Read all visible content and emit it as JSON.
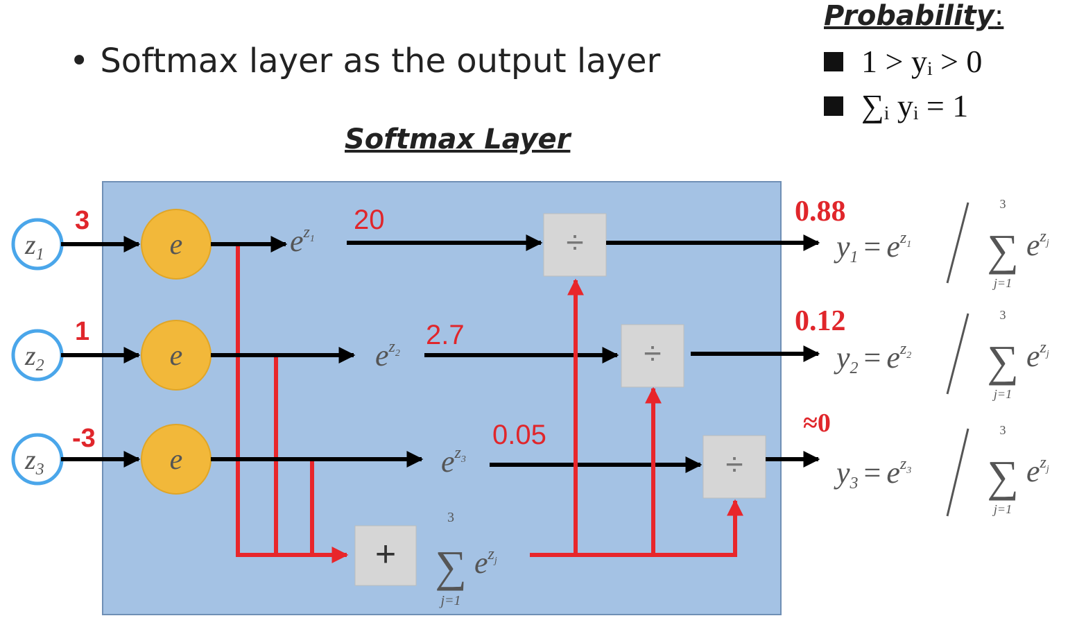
{
  "header": {
    "bullet_text": "Softmax layer as the output layer",
    "bullet_symbol": "•"
  },
  "probability": {
    "title": "Probability",
    "colon": ":",
    "items": [
      "1 > yᵢ > 0",
      "∑ᵢ yᵢ = 1"
    ]
  },
  "layer_title": "Softmax Layer",
  "inputs": [
    {
      "var": "z",
      "sub": "1",
      "value": "3"
    },
    {
      "var": "z",
      "sub": "2",
      "value": "1"
    },
    {
      "var": "z",
      "sub": "3",
      "value": "-3"
    }
  ],
  "exp_node_label": "e",
  "exps": [
    {
      "base": "e",
      "exp": "z",
      "sub": "1",
      "value": "20"
    },
    {
      "base": "e",
      "exp": "z",
      "sub": "2",
      "value": "2.7"
    },
    {
      "base": "e",
      "exp": "z",
      "sub": "3",
      "value": "0.05"
    }
  ],
  "divide_symbol": "÷",
  "plus_symbol": "+",
  "sum": {
    "symbol": "∑",
    "upper": "3",
    "lower": "j=1",
    "base": "e",
    "exp": "z",
    "sub": "j"
  },
  "outputs": [
    {
      "value": "0.88",
      "var": "y",
      "sub": "1",
      "eq": "=",
      "base": "e",
      "exp_sub": "1",
      "upper": "3",
      "lower": "j=1"
    },
    {
      "value": "0.12",
      "var": "y",
      "sub": "2",
      "eq": "=",
      "base": "e",
      "exp_sub": "2",
      "upper": "3",
      "lower": "j=1"
    },
    {
      "value": "≈0",
      "var": "y",
      "sub": "3",
      "eq": "=",
      "base": "e",
      "exp_sub": "3",
      "upper": "3",
      "lower": "j=1"
    }
  ],
  "colors": {
    "panel": "#a4c2e4",
    "panel_border": "#6f8fb5",
    "node_fill": "#f2b83a",
    "arrow_red": "#e8262b",
    "value_red": "#e0262b",
    "box_fill": "#d6d6d6",
    "circle_blue": "#4aa6ea"
  }
}
